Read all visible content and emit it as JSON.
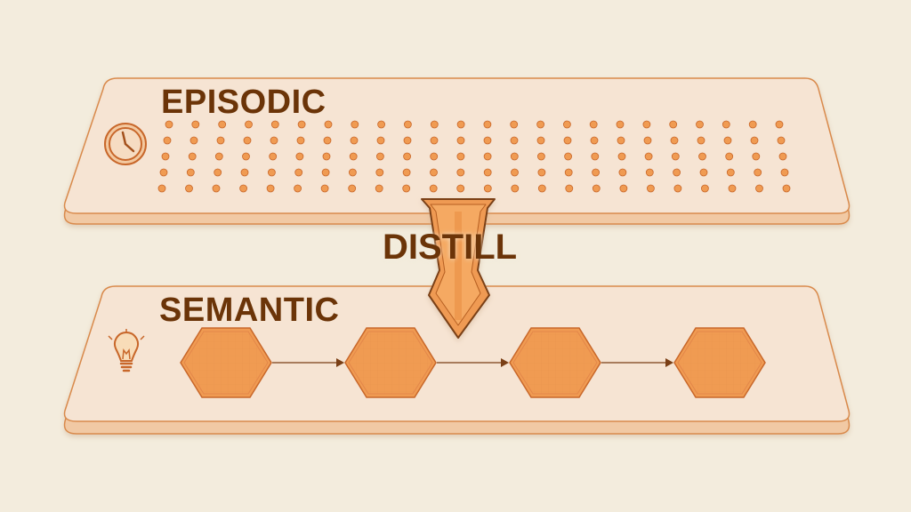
{
  "labels": {
    "episodic": "EPISODIC",
    "semantic": "SEMANTIC",
    "distill": "DISTILL"
  },
  "icons": {
    "episodic": "clock-icon",
    "semantic": "lightbulb-icon",
    "transition": "arrow-down-icon"
  },
  "episodic_memory": {
    "rows": 5,
    "columns": 24
  },
  "semantic_memory": {
    "node_count": 4,
    "link_count": 3
  },
  "colors": {
    "background": "#f3ecdd",
    "panel_fill": "#f6e4d3",
    "panel_edge": "#f1c9a4",
    "panel_stroke": "#d98a4c",
    "accent": "#f09b52",
    "accent_dark": "#c8672a",
    "text": "#6b3408",
    "connector": "#7a3f16"
  }
}
